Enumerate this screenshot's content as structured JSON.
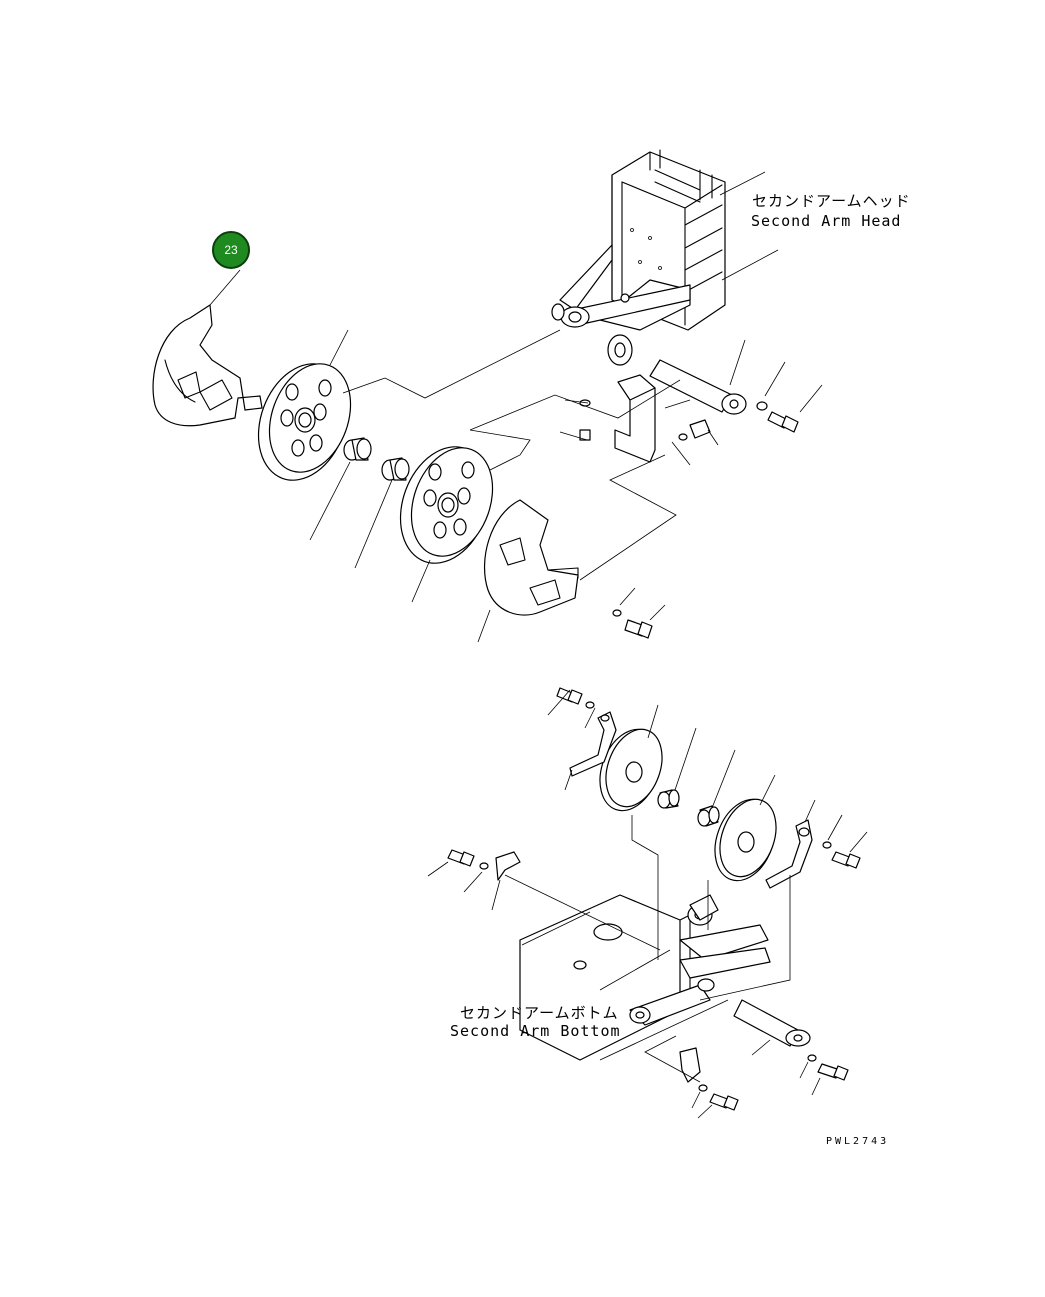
{
  "callouts": [
    {
      "number": "23",
      "color": "#1f8a1f"
    }
  ],
  "labels": {
    "arm_head_jp": "セカンドアームヘッド",
    "arm_head_en": "Second Arm Head",
    "arm_bottom_jp": "セカンドアームボトム",
    "arm_bottom_en": "Second Arm Bottom"
  },
  "drawing_code": "PWL2743"
}
